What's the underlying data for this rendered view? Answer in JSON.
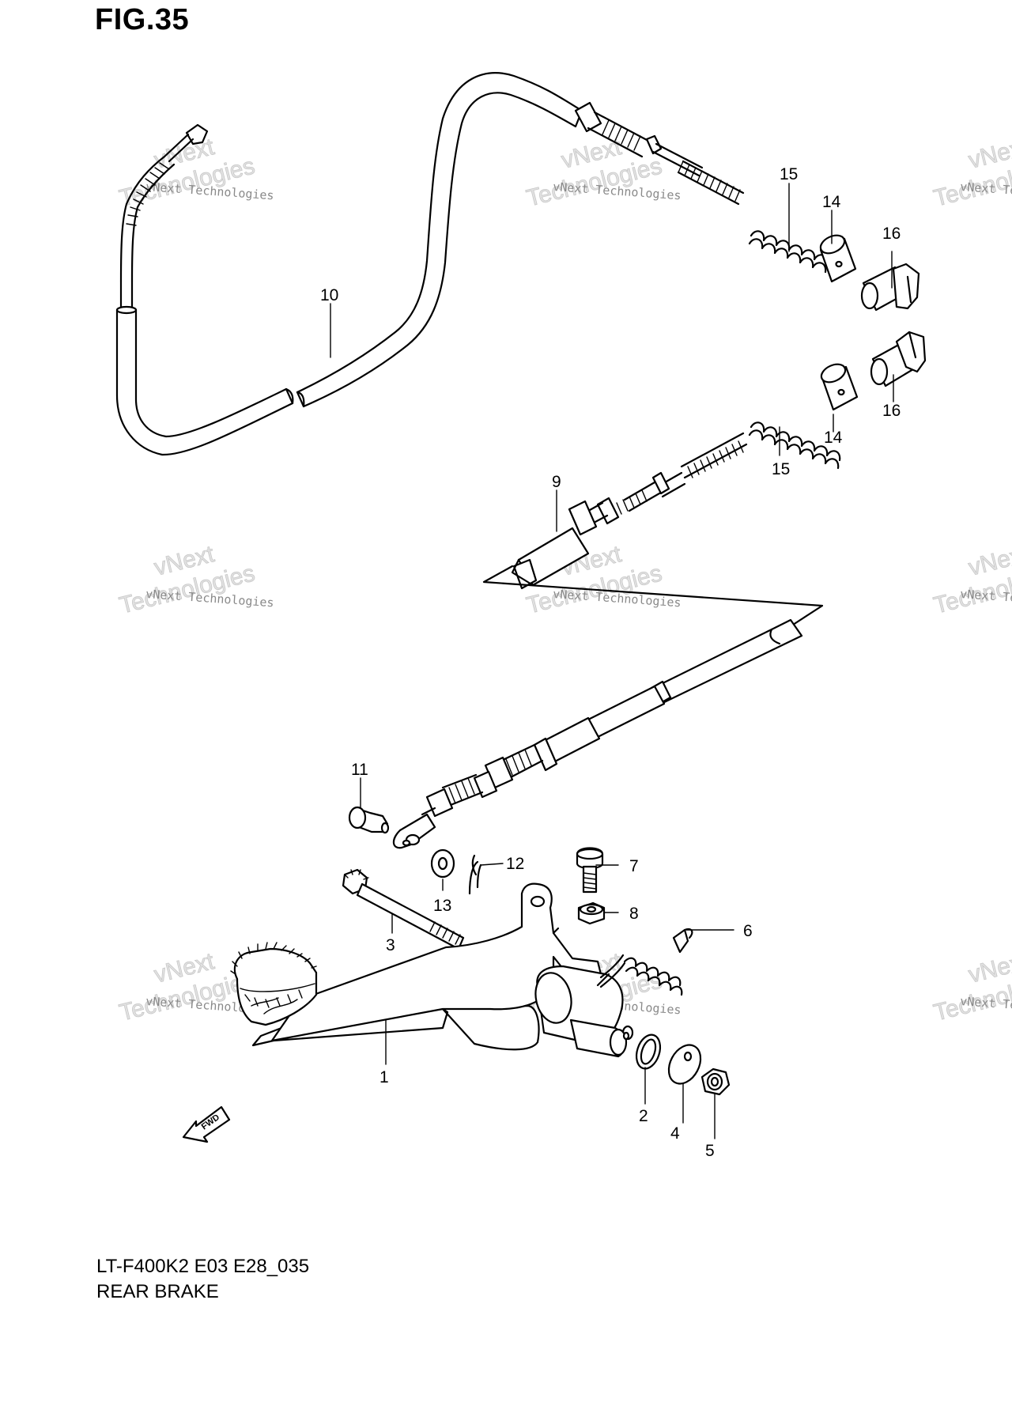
{
  "figure": {
    "title": "FIG.35",
    "model_code": "LT-F400K2 E03 E28_035",
    "name": "REAR BRAKE"
  },
  "fwd_label": "FWD",
  "watermark": {
    "line1": "vNext",
    "line2": "vNext Technologies",
    "line3": "Technologies"
  },
  "callouts": {
    "n1": "1",
    "n2": "2",
    "n3": "3",
    "n4": "4",
    "n5": "5",
    "n6": "6",
    "n7": "7",
    "n8": "8",
    "n9": "9",
    "n10": "10",
    "n11": "11",
    "n12": "12",
    "n13": "13",
    "n14a": "14",
    "n14b": "14",
    "n15a": "15",
    "n15b": "15",
    "n16a": "16",
    "n16b": "16"
  }
}
